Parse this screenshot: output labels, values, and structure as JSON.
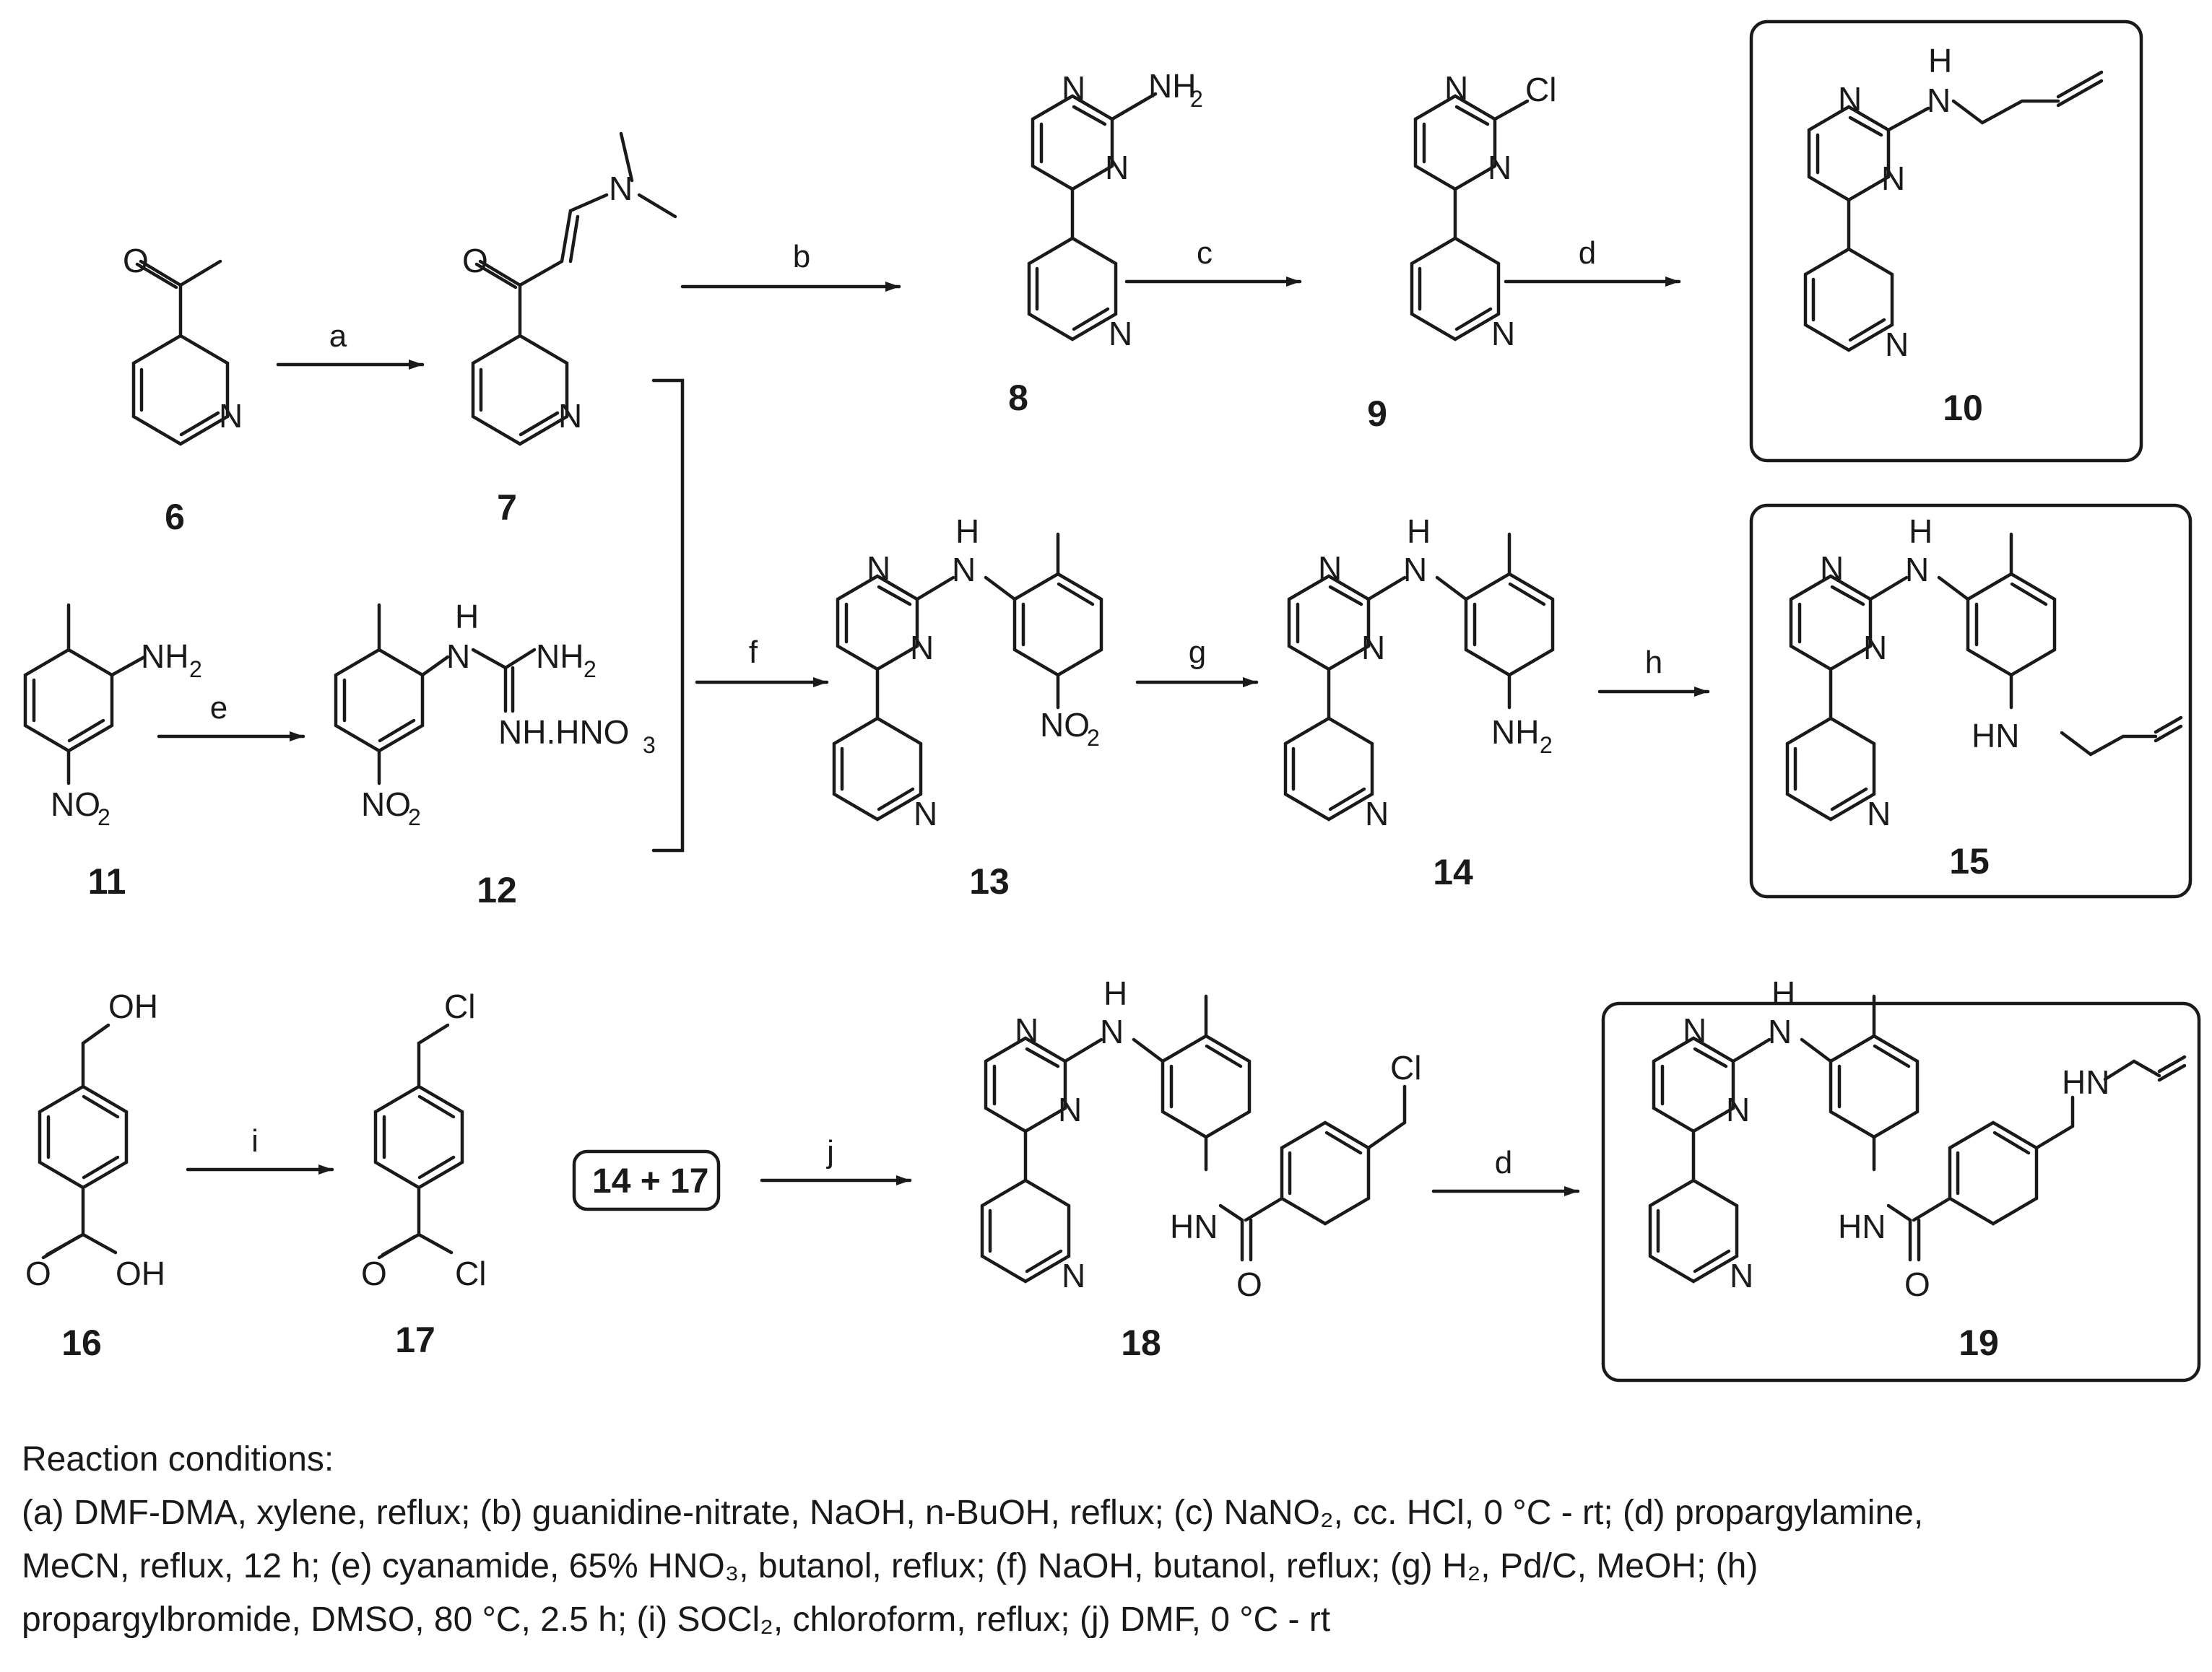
{
  "compounds": {
    "c6": "6",
    "c7": "7",
    "c8": "8",
    "c9": "9",
    "c10": "10",
    "c11": "11",
    "c12": "12",
    "c13": "13",
    "c14": "14",
    "c15": "15",
    "c16": "16",
    "c17": "17",
    "c18": "18",
    "c19": "19"
  },
  "steps": {
    "a": "a",
    "b": "b",
    "c": "c",
    "d": "d",
    "e": "e",
    "f": "f",
    "g": "g",
    "h": "h",
    "i": "i",
    "j": "j",
    "d2": "d"
  },
  "atoms": {
    "N": "N",
    "O": "O",
    "H": "H",
    "Cl": "Cl",
    "NH": "NH",
    "HN": "HN",
    "NH2": "NH",
    "two": "2",
    "NO2": "NO",
    "OH": "OH",
    "HNO3": "NH.HNO",
    "three": "3"
  },
  "combo": "14 + 17",
  "reaction_conditions": {
    "heading": "Reaction conditions:",
    "line1": "(a) DMF-DMA, xylene, reflux; (b) guanidine-nitrate, NaOH, n-BuOH, reflux; (c) NaNO₂, cc. HCl, 0 °C - rt; (d) propargylamine,",
    "line2": "MeCN, reflux, 12 h; (e) cyanamide, 65% HNO₃, butanol, reflux; (f) NaOH, butanol, reflux; (g) H₂, Pd/C, MeOH; (h)",
    "line3": "propargylbromide, DMSO, 80 °C, 2.5 h; (i) SOCl₂, chloroform, reflux; (j) DMF, 0 °C - rt"
  }
}
